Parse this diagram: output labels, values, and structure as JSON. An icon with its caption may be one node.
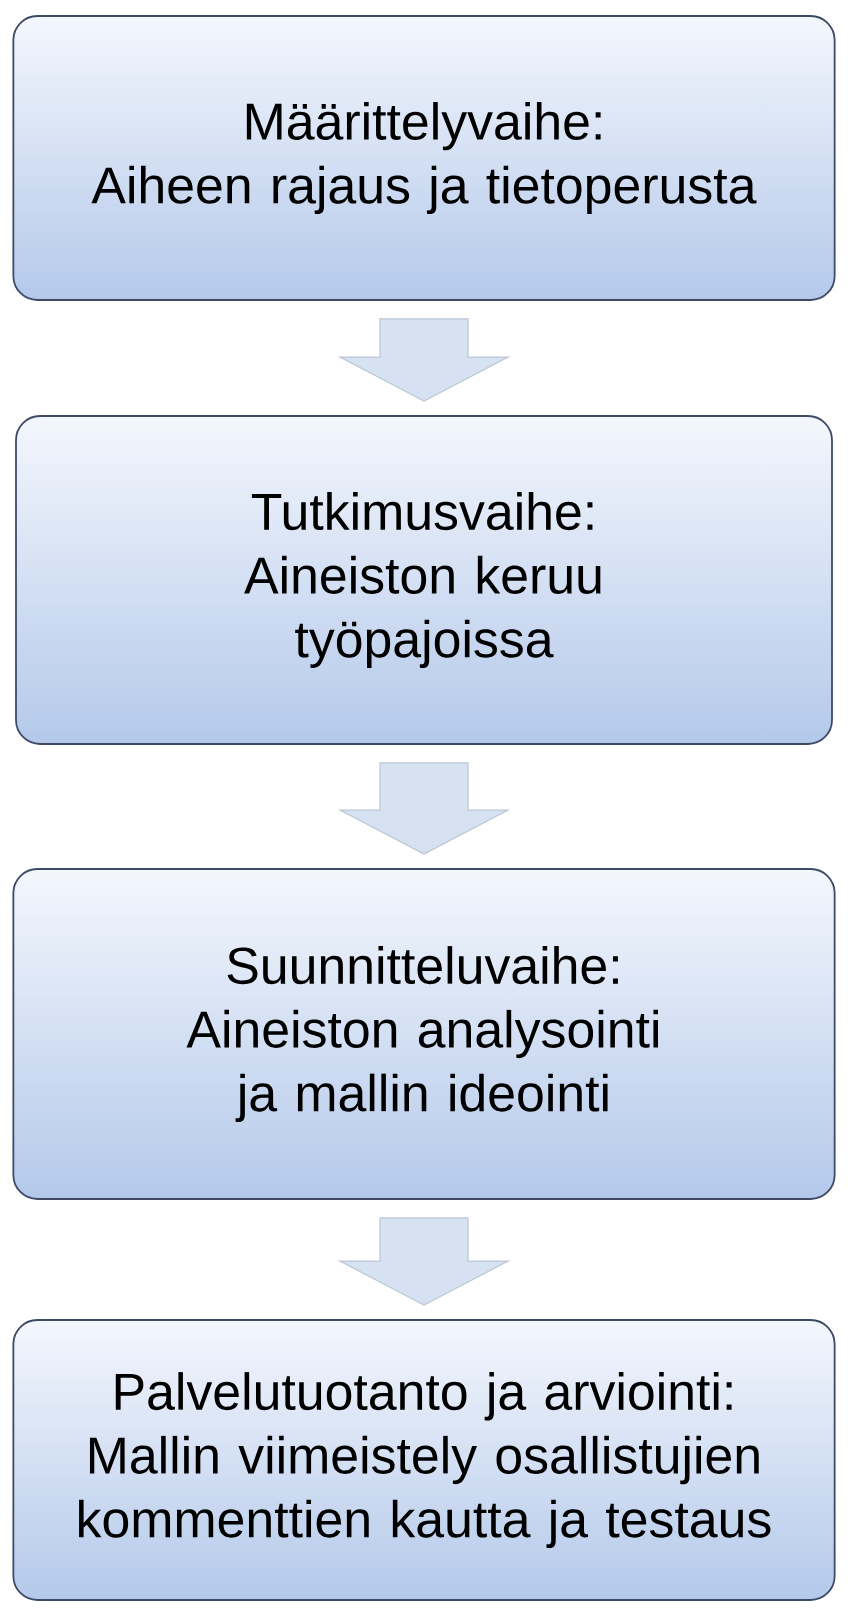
{
  "diagram": {
    "nodes": [
      {
        "text": [
          "Määrittelyvaihe:",
          "Aiheen rajaus ja tietoperusta"
        ]
      },
      {
        "text": [
          "Tutkimusvaihe:",
          "Aineiston keruu työpajoissa"
        ]
      },
      {
        "text": [
          "Suunnitteluvaihe:",
          "Aineiston analysointi ja mallin ideointi"
        ]
      },
      {
        "text": [
          "Palvelutuotanto ja arviointi:",
          "Mallin viimeistely osallistujien kommenttien kautta ja testaus"
        ]
      }
    ],
    "edges": [
      {
        "from": 0,
        "to": 1,
        "arrow": "to"
      },
      {
        "from": 1,
        "to": 2,
        "arrow": "to"
      },
      {
        "from": 2,
        "to": 3,
        "arrow": "to"
      }
    ]
  }
}
